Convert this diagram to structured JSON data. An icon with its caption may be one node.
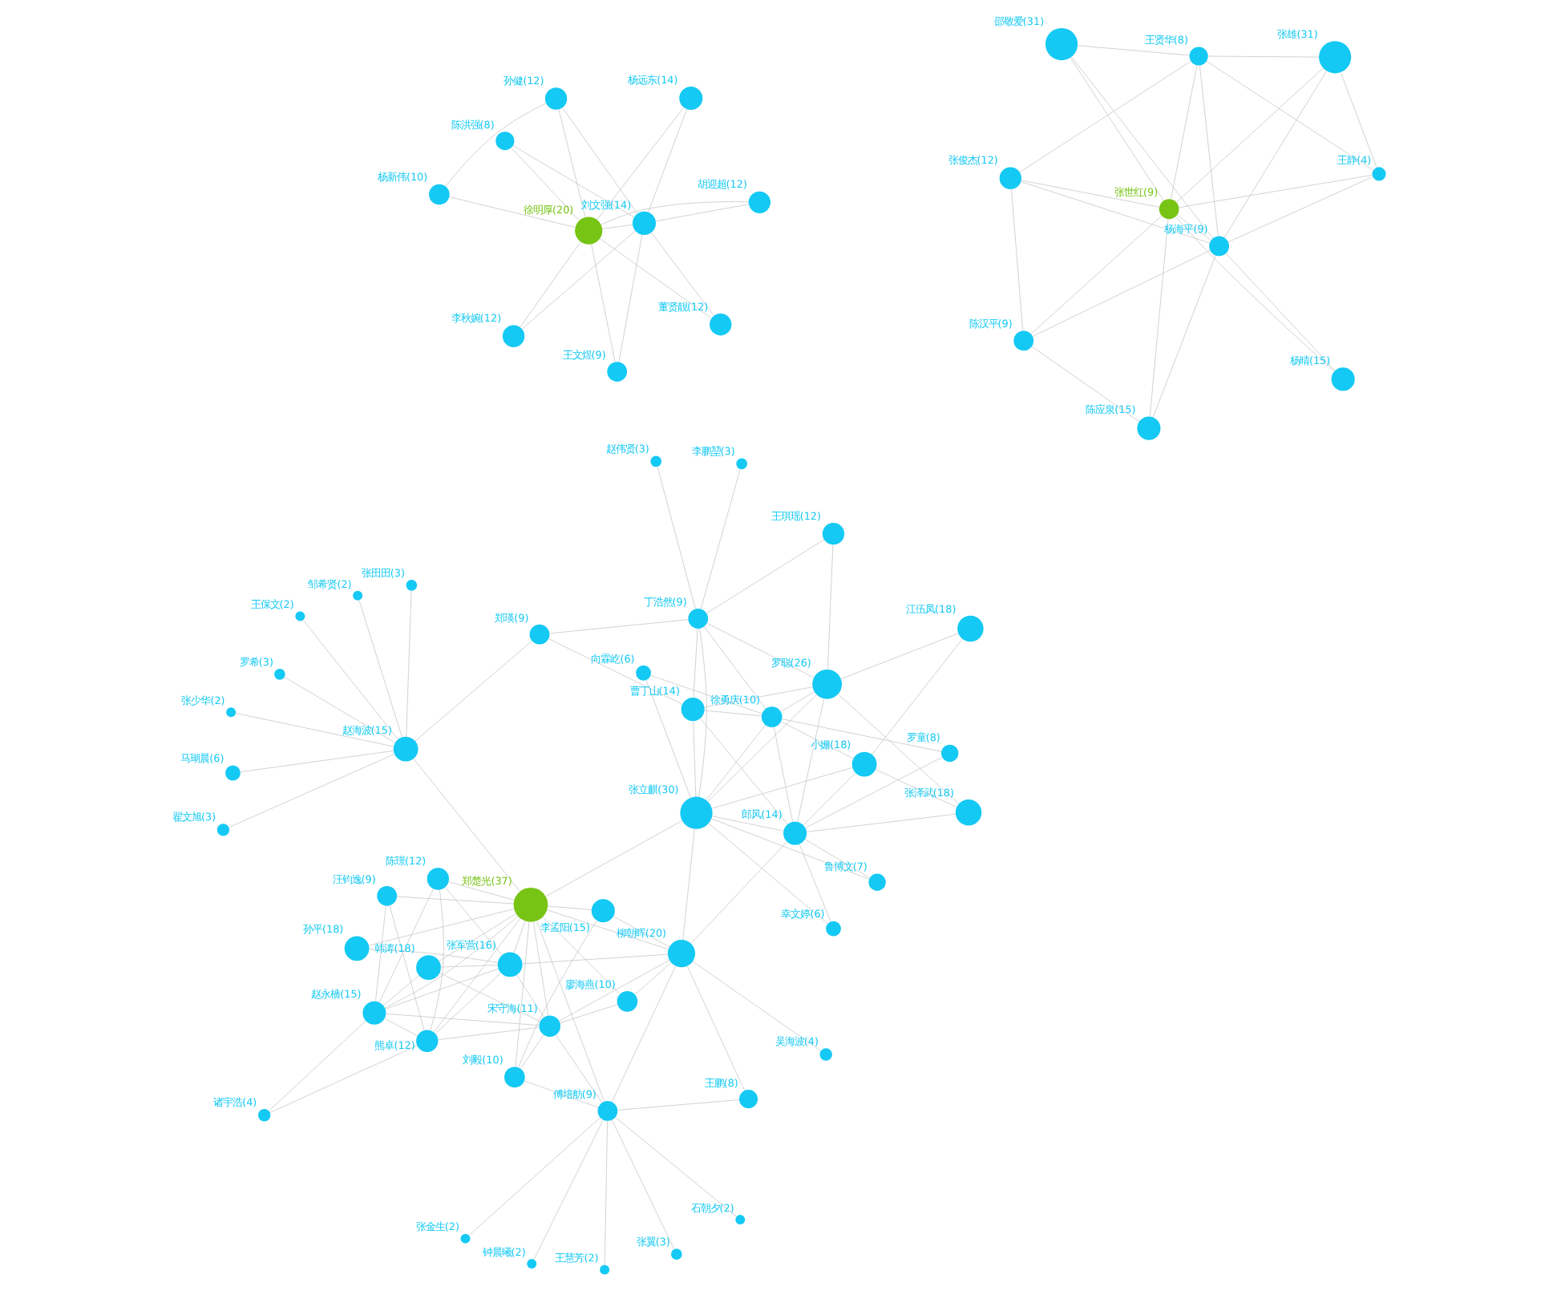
{
  "diagram": {
    "nodes": [
      {
        "text": [
          "陈洪强(8)"
        ]
      },
      {
        "text": [
          "杨远东(14)"
        ]
      },
      {
        "text": [
          "王文煜(9)"
        ]
      },
      {
        "text": [
          "孙健(12)"
        ]
      },
      {
        "text": [
          "刘文强(14)"
        ]
      },
      {
        "text": [
          "徐明厚(20)"
        ]
      },
      {
        "text": [
          "杨新伟(10)"
        ]
      },
      {
        "text": [
          "胡迎超(12)"
        ]
      },
      {
        "text": [
          "李秋婉(12)"
        ]
      },
      {
        "text": [
          "董贤靓(12)"
        ]
      },
      {
        "text": [
          "邵敬爱(31)"
        ]
      },
      {
        "text": [
          "张雄(31)"
        ]
      },
      {
        "text": [
          "张俊杰(12)"
        ]
      },
      {
        "text": [
          "王贤华(8)"
        ]
      },
      {
        "text": [
          "杨海平(9)"
        ]
      },
      {
        "text": [
          "陈汉平(9)"
        ]
      },
      {
        "text": [
          "张世红(9)"
        ]
      },
      {
        "text": [
          "王静(4)"
        ]
      },
      {
        "text": [
          "杨晴(15)"
        ]
      },
      {
        "text": [
          "陈应泉(15)"
        ]
      },
      {
        "text": [
          "钟晨曦(2)"
        ]
      },
      {
        "text": [
          "石朝夕(2)"
        ]
      },
      {
        "text": [
          "王慧芳(2)"
        ]
      },
      {
        "text": [
          "张金生(2)"
        ]
      },
      {
        "text": [
          "张翼(3)"
        ]
      },
      {
        "text": [
          "傅培舫(9)"
        ]
      },
      {
        "text": [
          "王鹏(8)"
        ]
      },
      {
        "text": [
          "刘毅(10)"
        ]
      },
      {
        "text": [
          "韩涛(18)"
        ]
      },
      {
        "text": [
          "诸宇浩(4)"
        ]
      },
      {
        "text": [
          "廖海燕(10)"
        ]
      },
      {
        "text": [
          "李孟阳(15)"
        ]
      },
      {
        "text": [
          "宋守海(11)"
        ]
      },
      {
        "text": [
          "赵永樯(15)"
        ]
      },
      {
        "text": [
          "陈璟(12)"
        ]
      },
      {
        "text": [
          "吴海波(4)"
        ]
      },
      {
        "text": [
          "熊卓(12)"
        ]
      },
      {
        "text": [
          "柳朝晖(20)"
        ]
      },
      {
        "text": [
          "张军营(16)"
        ]
      },
      {
        "text": [
          "汪钧逸(9)"
        ]
      },
      {
        "text": [
          "郑楚光(37)"
        ]
      },
      {
        "text": [
          "孙平(18)"
        ]
      },
      {
        "text": [
          "罗童(8)"
        ]
      },
      {
        "text": [
          "鲁博文(7)"
        ]
      },
      {
        "text": [
          "郎风(14)"
        ]
      },
      {
        "text": [
          "幸文婷(6)"
        ]
      },
      {
        "text": [
          "小姗(18)"
        ]
      },
      {
        "text": [
          "张立麒(30)"
        ]
      },
      {
        "text": [
          "张泽武(18)"
        ]
      },
      {
        "text": [
          "罗聪(26)"
        ]
      },
      {
        "text": [
          "徐勇庆(10)"
        ]
      },
      {
        "text": [
          "曹丁山(14)"
        ]
      },
      {
        "text": [
          "郑瑛(9)"
        ]
      },
      {
        "text": [
          "江伍凤(18)"
        ]
      },
      {
        "text": [
          "王琪瑶(12)"
        ]
      },
      {
        "text": [
          "丁浩然(9)"
        ]
      },
      {
        "text": [
          "向霖屹(6)"
        ]
      },
      {
        "text": [
          "李鹏堃(3)"
        ]
      },
      {
        "text": [
          "赵伟贤(3)"
        ]
      },
      {
        "text": [
          "马瑚晨(6)"
        ]
      },
      {
        "text": [
          "罗希(3)"
        ]
      },
      {
        "text": [
          "张少华(2)"
        ]
      },
      {
        "text": [
          "赵海波(15)"
        ]
      },
      {
        "text": [
          "王保文(2)"
        ]
      },
      {
        "text": [
          "张田田(3)"
        ]
      },
      {
        "text": [
          "翟文旭(3)"
        ]
      },
      {
        "text": [
          "邹希贤(2)"
        ]
      }
    ],
    "edges": [
      {
        "from": 5,
        "to": 0,
        "arrow": "none"
      },
      {
        "from": 5,
        "to": 1,
        "arrow": "none"
      },
      {
        "from": 5,
        "to": 2,
        "arrow": "none"
      },
      {
        "from": 5,
        "to": 3,
        "arrow": "none"
      },
      {
        "from": 5,
        "to": 4,
        "arrow": "none"
      },
      {
        "from": 5,
        "to": 6,
        "arrow": "none"
      },
      {
        "from": 5,
        "to": 7,
        "arrow": "none"
      },
      {
        "from": 5,
        "to": 8,
        "arrow": "none"
      },
      {
        "from": 5,
        "to": 9,
        "arrow": "none"
      },
      {
        "from": 4,
        "to": 0,
        "arrow": "none"
      },
      {
        "from": 4,
        "to": 1,
        "arrow": "none"
      },
      {
        "from": 4,
        "to": 2,
        "arrow": "none"
      },
      {
        "from": 4,
        "to": 3,
        "arrow": "none"
      },
      {
        "from": 4,
        "to": 7,
        "arrow": "none"
      },
      {
        "from": 4,
        "to": 8,
        "arrow": "none"
      },
      {
        "from": 4,
        "to": 9,
        "arrow": "none"
      },
      {
        "from": 3,
        "to": 6,
        "arrow": "none"
      },
      {
        "from": 16,
        "to": 10,
        "arrow": "none"
      },
      {
        "from": 16,
        "to": 11,
        "arrow": "none"
      },
      {
        "from": 16,
        "to": 12,
        "arrow": "none"
      },
      {
        "from": 16,
        "to": 13,
        "arrow": "none"
      },
      {
        "from": 16,
        "to": 14,
        "arrow": "none"
      },
      {
        "from": 16,
        "to": 15,
        "arrow": "none"
      },
      {
        "from": 16,
        "to": 17,
        "arrow": "none"
      },
      {
        "from": 16,
        "to": 18,
        "arrow": "none"
      },
      {
        "from": 16,
        "to": 19,
        "arrow": "none"
      },
      {
        "from": 14,
        "to": 10,
        "arrow": "none"
      },
      {
        "from": 14,
        "to": 11,
        "arrow": "none"
      },
      {
        "from": 14,
        "to": 12,
        "arrow": "none"
      },
      {
        "from": 14,
        "to": 13,
        "arrow": "none"
      },
      {
        "from": 14,
        "to": 15,
        "arrow": "none"
      },
      {
        "from": 14,
        "to": 17,
        "arrow": "none"
      },
      {
        "from": 14,
        "to": 18,
        "arrow": "none"
      },
      {
        "from": 14,
        "to": 19,
        "arrow": "none"
      },
      {
        "from": 10,
        "to": 13,
        "arrow": "none"
      },
      {
        "from": 11,
        "to": 13,
        "arrow": "none"
      },
      {
        "from": 12,
        "to": 13,
        "arrow": "none"
      },
      {
        "from": 13,
        "to": 17,
        "arrow": "none"
      },
      {
        "from": 15,
        "to": 19,
        "arrow": "none"
      },
      {
        "from": 12,
        "to": 15,
        "arrow": "none"
      },
      {
        "from": 11,
        "to": 17,
        "arrow": "none"
      },
      {
        "from": 25,
        "to": 20,
        "arrow": "none"
      },
      {
        "from": 25,
        "to": 21,
        "arrow": "none"
      },
      {
        "from": 25,
        "to": 22,
        "arrow": "none"
      },
      {
        "from": 25,
        "to": 23,
        "arrow": "none"
      },
      {
        "from": 25,
        "to": 24,
        "arrow": "none"
      },
      {
        "from": 25,
        "to": 26,
        "arrow": "none"
      },
      {
        "from": 25,
        "to": 27,
        "arrow": "none"
      },
      {
        "from": 25,
        "to": 40,
        "arrow": "none"
      },
      {
        "from": 25,
        "to": 32,
        "arrow": "none"
      },
      {
        "from": 25,
        "to": 37,
        "arrow": "none"
      },
      {
        "from": 40,
        "to": 37,
        "arrow": "none"
      },
      {
        "from": 40,
        "to": 31,
        "arrow": "none"
      },
      {
        "from": 40,
        "to": 32,
        "arrow": "none"
      },
      {
        "from": 40,
        "to": 38,
        "arrow": "none"
      },
      {
        "from": 40,
        "to": 41,
        "arrow": "none"
      },
      {
        "from": 40,
        "to": 27,
        "arrow": "none"
      },
      {
        "from": 40,
        "to": 33,
        "arrow": "none"
      },
      {
        "from": 40,
        "to": 36,
        "arrow": "none"
      },
      {
        "from": 40,
        "to": 28,
        "arrow": "none"
      },
      {
        "from": 40,
        "to": 34,
        "arrow": "none"
      },
      {
        "from": 40,
        "to": 39,
        "arrow": "none"
      },
      {
        "from": 40,
        "to": 30,
        "arrow": "none"
      },
      {
        "from": 40,
        "to": 47,
        "arrow": "none"
      },
      {
        "from": 40,
        "to": 62,
        "arrow": "none"
      },
      {
        "from": 37,
        "to": 35,
        "arrow": "none"
      },
      {
        "from": 37,
        "to": 26,
        "arrow": "none"
      },
      {
        "from": 37,
        "to": 30,
        "arrow": "none"
      },
      {
        "from": 37,
        "to": 31,
        "arrow": "none"
      },
      {
        "from": 37,
        "to": 38,
        "arrow": "none"
      },
      {
        "from": 37,
        "to": 44,
        "arrow": "none"
      },
      {
        "from": 37,
        "to": 47,
        "arrow": "none"
      },
      {
        "from": 37,
        "to": 32,
        "arrow": "none"
      },
      {
        "from": 32,
        "to": 27,
        "arrow": "none"
      },
      {
        "from": 32,
        "to": 28,
        "arrow": "none"
      },
      {
        "from": 32,
        "to": 33,
        "arrow": "none"
      },
      {
        "from": 32,
        "to": 36,
        "arrow": "none"
      },
      {
        "from": 32,
        "to": 30,
        "arrow": "none"
      },
      {
        "from": 32,
        "to": 38,
        "arrow": "none"
      },
      {
        "from": 33,
        "to": 29,
        "arrow": "none"
      },
      {
        "from": 33,
        "to": 34,
        "arrow": "none"
      },
      {
        "from": 33,
        "to": 39,
        "arrow": "none"
      },
      {
        "from": 33,
        "to": 28,
        "arrow": "none"
      },
      {
        "from": 33,
        "to": 38,
        "arrow": "none"
      },
      {
        "from": 33,
        "to": 36,
        "arrow": "none"
      },
      {
        "from": 36,
        "to": 29,
        "arrow": "none"
      },
      {
        "from": 36,
        "to": 34,
        "arrow": "none"
      },
      {
        "from": 36,
        "to": 39,
        "arrow": "none"
      },
      {
        "from": 36,
        "to": 38,
        "arrow": "none"
      },
      {
        "from": 38,
        "to": 34,
        "arrow": "none"
      },
      {
        "from": 38,
        "to": 41,
        "arrow": "none"
      },
      {
        "from": 38,
        "to": 28,
        "arrow": "none"
      },
      {
        "from": 31,
        "to": 27,
        "arrow": "none"
      },
      {
        "from": 44,
        "to": 42,
        "arrow": "none"
      },
      {
        "from": 44,
        "to": 43,
        "arrow": "none"
      },
      {
        "from": 44,
        "to": 45,
        "arrow": "none"
      },
      {
        "from": 44,
        "to": 46,
        "arrow": "none"
      },
      {
        "from": 44,
        "to": 47,
        "arrow": "none"
      },
      {
        "from": 44,
        "to": 48,
        "arrow": "none"
      },
      {
        "from": 44,
        "to": 49,
        "arrow": "none"
      },
      {
        "from": 44,
        "to": 50,
        "arrow": "none"
      },
      {
        "from": 44,
        "to": 51,
        "arrow": "none"
      },
      {
        "from": 47,
        "to": 45,
        "arrow": "none"
      },
      {
        "from": 47,
        "to": 46,
        "arrow": "none"
      },
      {
        "from": 47,
        "to": 49,
        "arrow": "none"
      },
      {
        "from": 47,
        "to": 50,
        "arrow": "none"
      },
      {
        "from": 47,
        "to": 51,
        "arrow": "none"
      },
      {
        "from": 47,
        "to": 55,
        "arrow": "none"
      },
      {
        "from": 47,
        "to": 43,
        "arrow": "none"
      },
      {
        "from": 47,
        "to": 56,
        "arrow": "none"
      },
      {
        "from": 42,
        "to": 50,
        "arrow": "none"
      },
      {
        "from": 46,
        "to": 50,
        "arrow": "none"
      },
      {
        "from": 46,
        "to": 48,
        "arrow": "none"
      },
      {
        "from": 46,
        "to": 53,
        "arrow": "none"
      },
      {
        "from": 49,
        "to": 48,
        "arrow": "none"
      },
      {
        "from": 49,
        "to": 53,
        "arrow": "none"
      },
      {
        "from": 49,
        "to": 54,
        "arrow": "none"
      },
      {
        "from": 49,
        "to": 55,
        "arrow": "none"
      },
      {
        "from": 49,
        "to": 50,
        "arrow": "none"
      },
      {
        "from": 49,
        "to": 51,
        "arrow": "none"
      },
      {
        "from": 50,
        "to": 51,
        "arrow": "none"
      },
      {
        "from": 50,
        "to": 55,
        "arrow": "none"
      },
      {
        "from": 50,
        "to": 56,
        "arrow": "none"
      },
      {
        "from": 55,
        "to": 54,
        "arrow": "none"
      },
      {
        "from": 55,
        "to": 57,
        "arrow": "none"
      },
      {
        "from": 55,
        "to": 58,
        "arrow": "none"
      },
      {
        "from": 55,
        "to": 51,
        "arrow": "none"
      },
      {
        "from": 55,
        "to": 52,
        "arrow": "none"
      },
      {
        "from": 51,
        "to": 52,
        "arrow": "none"
      },
      {
        "from": 52,
        "to": 62,
        "arrow": "none"
      },
      {
        "from": 62,
        "to": 59,
        "arrow": "none"
      },
      {
        "from": 62,
        "to": 60,
        "arrow": "none"
      },
      {
        "from": 62,
        "to": 61,
        "arrow": "none"
      },
      {
        "from": 62,
        "to": 63,
        "arrow": "none"
      },
      {
        "from": 62,
        "to": 64,
        "arrow": "none"
      },
      {
        "from": 62,
        "to": 65,
        "arrow": "none"
      },
      {
        "from": 62,
        "to": 66,
        "arrow": "none"
      }
    ]
  }
}
